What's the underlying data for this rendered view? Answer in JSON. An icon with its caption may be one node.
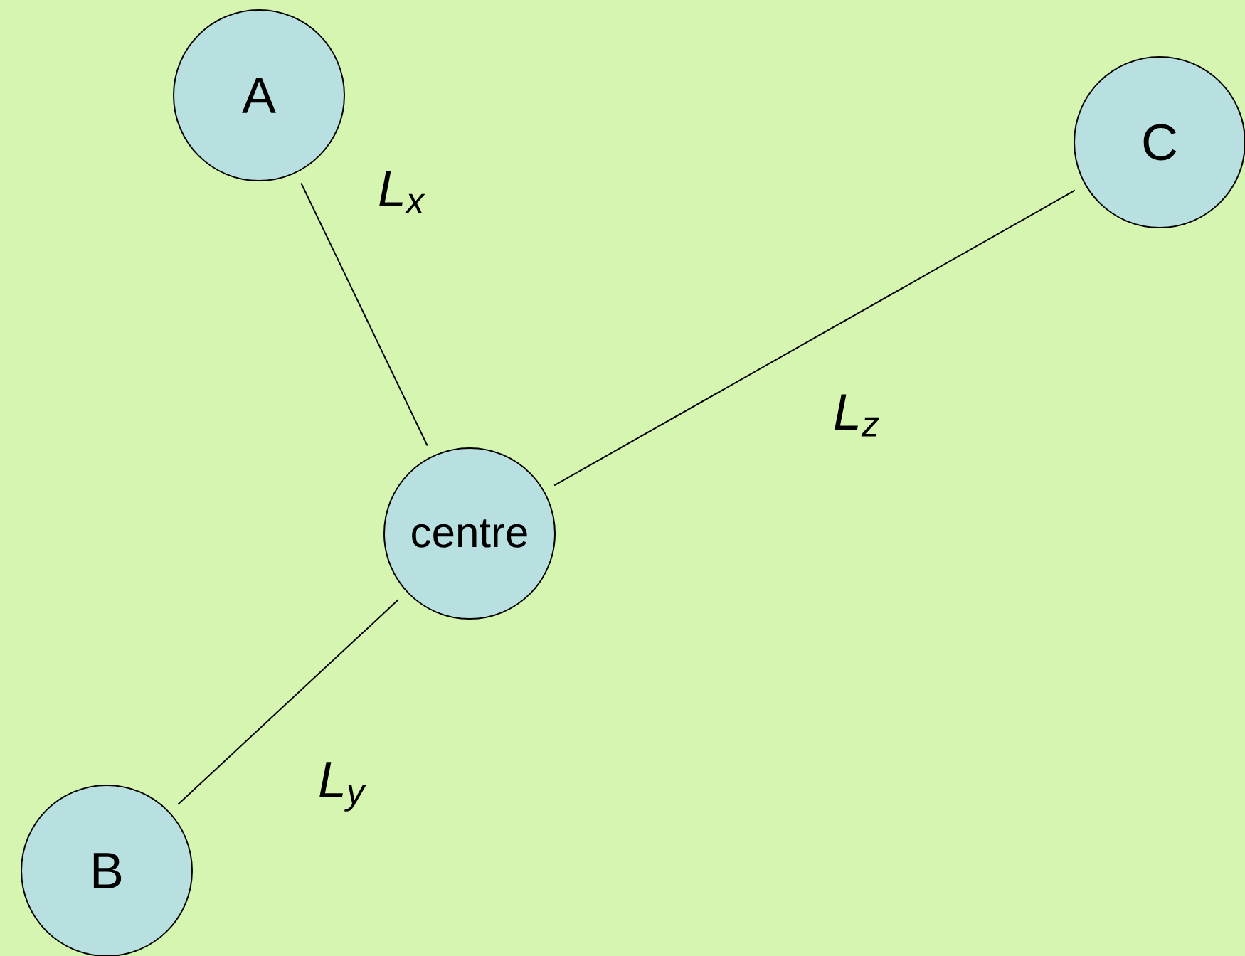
{
  "diagram": {
    "nodes": [
      {
        "text": [
          "A"
        ]
      },
      {
        "text": [
          "C"
        ]
      },
      {
        "text": [
          "centre"
        ]
      },
      {
        "text": [
          "B"
        ]
      }
    ],
    "edges": [
      {
        "from": 2,
        "to": 0,
        "arrow": "none",
        "label": "L$_{x}$"
      },
      {
        "from": 2,
        "to": 1,
        "arrow": "none",
        "label": "L$_{z}$"
      },
      {
        "from": 2,
        "to": 3,
        "arrow": "none",
        "label": "L$_{y}$"
      }
    ]
  }
}
